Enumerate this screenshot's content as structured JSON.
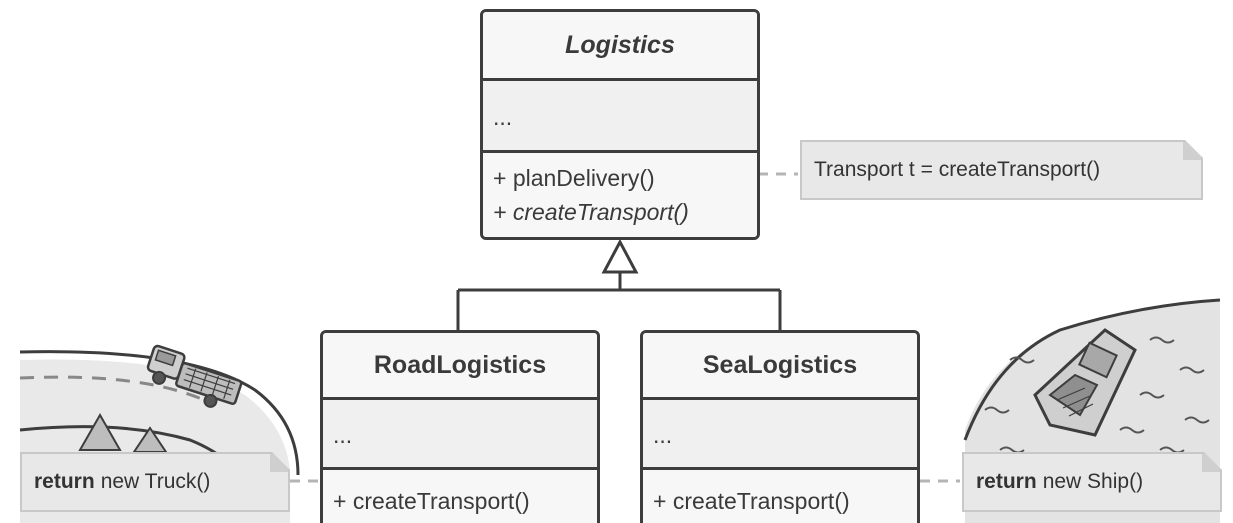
{
  "classes": {
    "logistics": {
      "name": "Logistics",
      "fields": "...",
      "methods": [
        "+ planDelivery()",
        "+ createTransport()"
      ]
    },
    "road": {
      "name": "RoadLogistics",
      "fields": "...",
      "methods": [
        "+ createTransport()"
      ]
    },
    "sea": {
      "name": "SeaLogistics",
      "fields": "...",
      "methods": [
        "+ createTransport()"
      ]
    }
  },
  "notes": {
    "plan": "Transport t = createTransport()",
    "truck": {
      "keyword": "return",
      "text": "new Truck()"
    },
    "ship": {
      "keyword": "return",
      "text": "new Ship()"
    }
  },
  "illustrations": {
    "left": "truck-on-road-illustration",
    "right": "ship-on-sea-illustration"
  },
  "colors": {
    "border": "#3d3d3d",
    "box_fill": "#f0f0f0",
    "note_fill": "#e8e8e8",
    "connector": "#b5b5b5"
  }
}
